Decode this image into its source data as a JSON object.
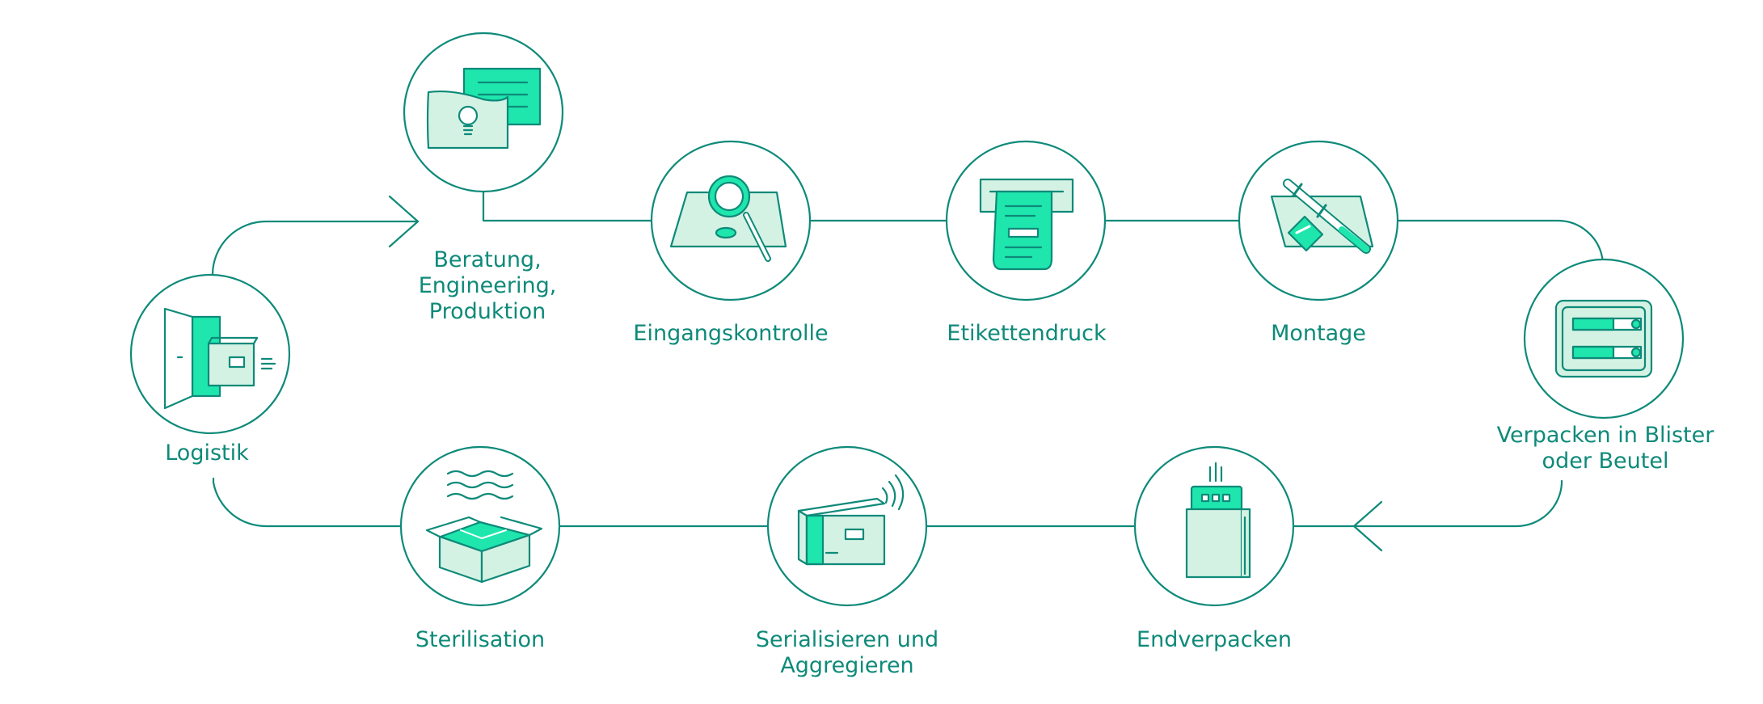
{
  "colors": {
    "stroke": "#0e8a79",
    "accent": "#1ee6ad",
    "light": "#d4f2e3",
    "background": "#ffffff"
  },
  "steps": [
    {
      "id": "beratung",
      "icon": "chat-bubbles-lightbulb-icon",
      "label_lines": [
        "Beratung,",
        "Engineering,",
        "Produktion"
      ]
    },
    {
      "id": "eingangskontrolle",
      "icon": "magnifier-on-document-icon",
      "label_lines": [
        "Eingangskontrolle"
      ]
    },
    {
      "id": "etikettendruck",
      "icon": "label-printer-icon",
      "label_lines": [
        "Etikettendruck"
      ]
    },
    {
      "id": "montage",
      "icon": "syringe-assembly-icon",
      "label_lines": [
        "Montage"
      ]
    },
    {
      "id": "verpacken-blister",
      "icon": "blister-pack-icon",
      "label_lines": [
        "Verpacken in Blister",
        "oder Beutel"
      ]
    },
    {
      "id": "endverpacken",
      "icon": "paper-bag-icon",
      "label_lines": [
        "Endverpacken"
      ]
    },
    {
      "id": "serialisieren",
      "icon": "box-with-signal-icon",
      "label_lines": [
        "Serialisieren und",
        "Aggregieren"
      ]
    },
    {
      "id": "sterilisation",
      "icon": "open-box-steam-icon",
      "label_lines": [
        "Sterilisation"
      ]
    },
    {
      "id": "logistik",
      "icon": "door-with-box-icon",
      "label_lines": [
        "Logistik"
      ]
    }
  ]
}
